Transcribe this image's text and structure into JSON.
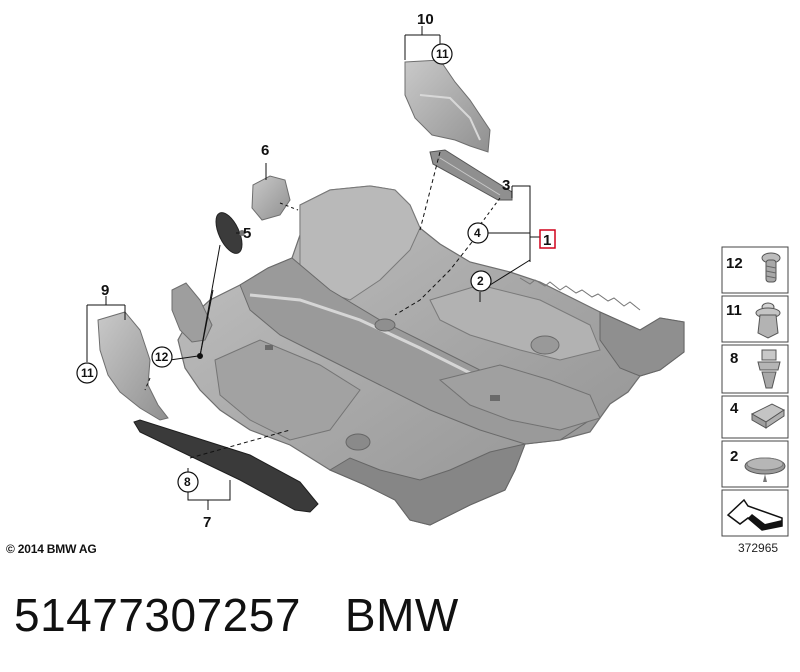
{
  "callouts": {
    "c1": "1",
    "c2": "2",
    "c3": "3",
    "c4": "4",
    "c5": "5",
    "c6": "6",
    "c7": "7",
    "c8": "8",
    "c9": "9",
    "c10": "10",
    "c11": "11",
    "c12": "12"
  },
  "legend": [
    {
      "num": "12",
      "icon": "screw-icon"
    },
    {
      "num": "11",
      "icon": "expanding-rivet-icon"
    },
    {
      "num": "8",
      "icon": "plastic-clip-icon"
    },
    {
      "num": "4",
      "icon": "clip-holder-icon"
    },
    {
      "num": "2",
      "icon": "round-pad-icon"
    },
    {
      "num": "",
      "icon": "forward-direction-arrow-icon"
    }
  ],
  "colors": {
    "part_fill": "#a9a9a9",
    "part_dark": "#8c8c8c",
    "part_light": "#c8c8c8",
    "highlight": "#d0021b"
  },
  "copyright": "© 2014 BMW AG",
  "diagram_id": "372965",
  "part_number": "51477307257",
  "brand": "BMW"
}
